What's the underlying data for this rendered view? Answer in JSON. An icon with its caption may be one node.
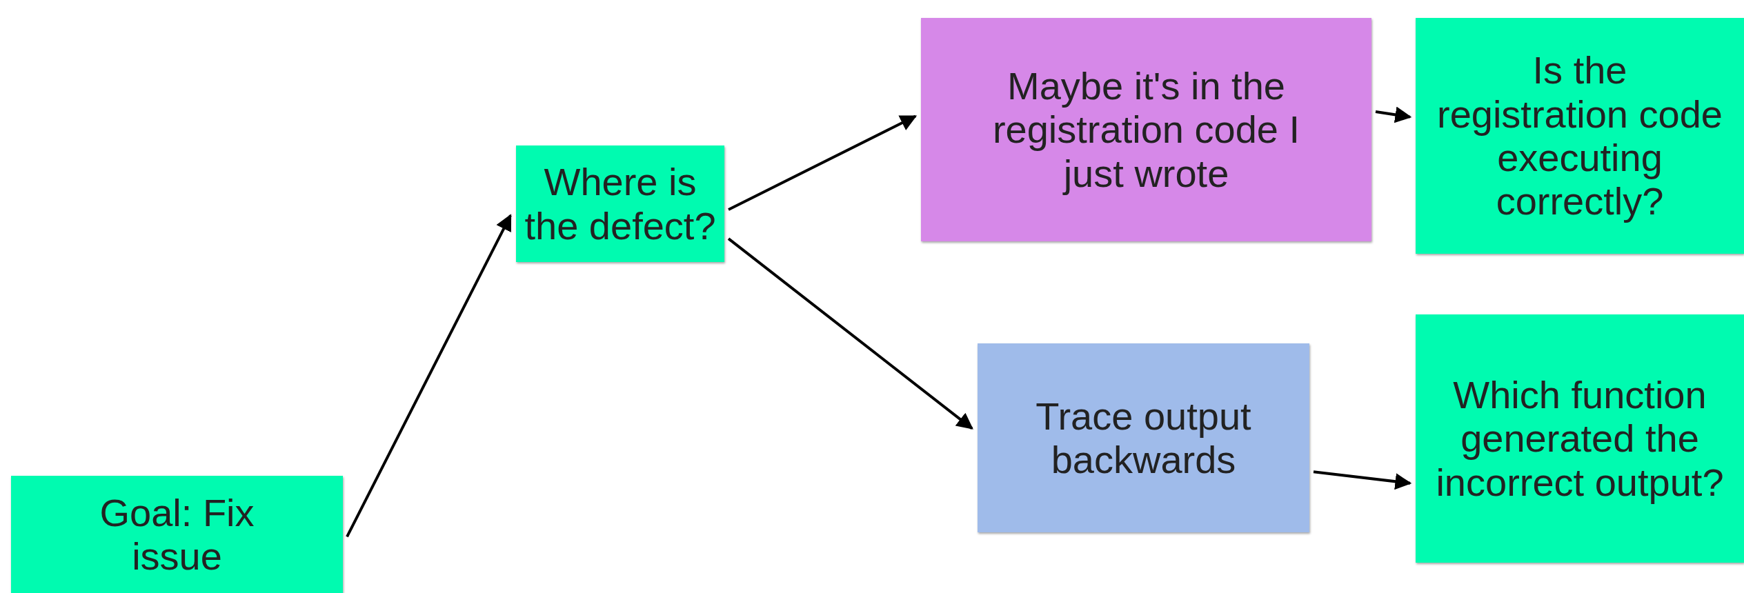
{
  "diagram": {
    "nodes": [
      {
        "text": [
          "Goal: Fix issue"
        ]
      },
      {
        "text": [
          "Where is the defect?"
        ]
      },
      {
        "text": [
          "Maybe it's in the registration code I just wrote"
        ]
      },
      {
        "text": [
          "Is the registration code executing correctly?"
        ]
      },
      {
        "text": [
          "Trace output backwards"
        ]
      },
      {
        "text": [
          "Which function generated the incorrect output?"
        ]
      }
    ],
    "edges": [
      {
        "from": 0,
        "to": 1,
        "arrow": "to"
      },
      {
        "from": 1,
        "to": 2,
        "arrow": "to"
      },
      {
        "from": 1,
        "to": 4,
        "arrow": "to"
      },
      {
        "from": 2,
        "to": 3,
        "arrow": "to"
      },
      {
        "from": 4,
        "to": 5,
        "arrow": "to"
      }
    ]
  }
}
